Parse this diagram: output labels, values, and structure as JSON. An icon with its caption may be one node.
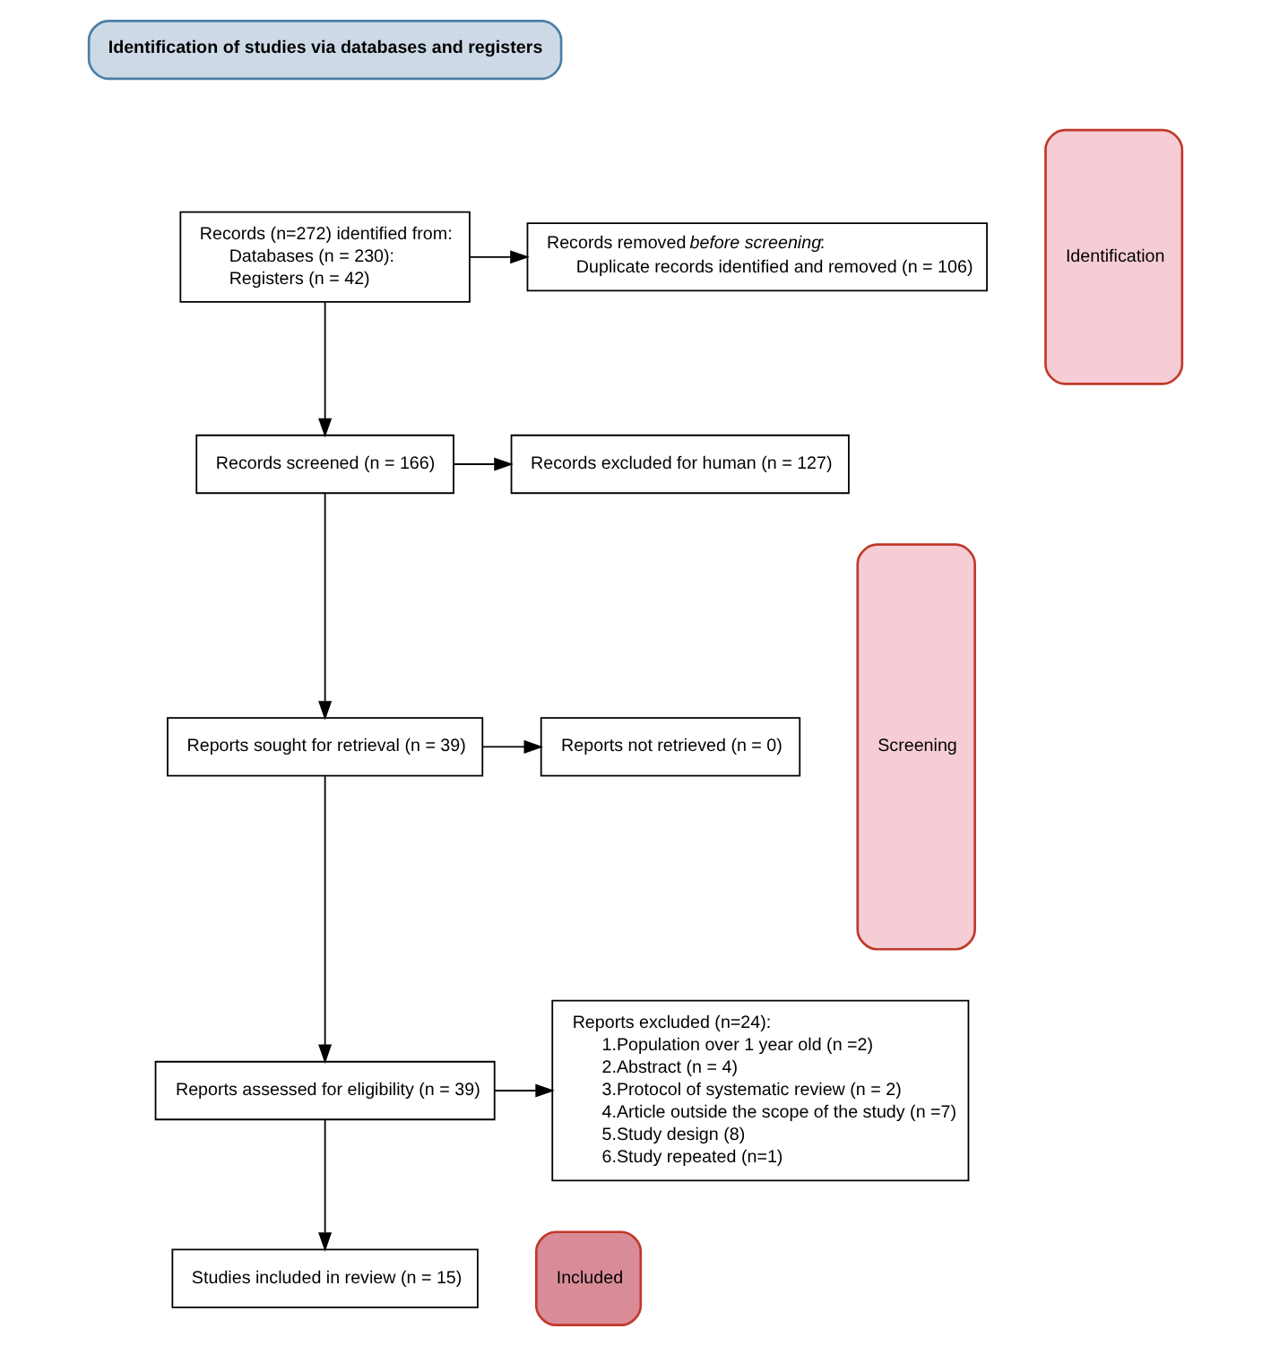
{
  "diagram": {
    "nodes": [
      {
        "text": [
          "Identification of studies via databases and registers"
        ]
      },
      {
        "text": [
          "Identification"
        ]
      },
      {
        "text": [
          "Screening"
        ]
      },
      {
        "text": [
          "Included"
        ]
      },
      {
        "text": [
          "Records (n=272) identified from:",
          "Databases (n = 230):",
          "Registers (n = 42)"
        ]
      },
      {
        "text": [
          "Records removed *before screening*:",
          "Duplicate records identified and removed (n = 106)"
        ]
      },
      {
        "text": [
          "Records screened (n = 166)"
        ]
      },
      {
        "text": [
          "Records excluded for human (n = 127)"
        ]
      },
      {
        "text": [
          "Reports sought for retrieval (n = 39)"
        ]
      },
      {
        "text": [
          "Reports not retrieved (n = 0)"
        ]
      },
      {
        "text": [
          "Reports assessed for eligibility (n = 39)"
        ]
      },
      {
        "text": [
          "Reports excluded (n=24):",
          "1.Population over 1 year old (n =2)",
          "2.Abstract (n = 4)",
          "3.Protocol of systematic review (n = 2)",
          "4.Article outside the scope of the study (n =7)",
          "5.Study design (8)",
          "6.Study repeated (n=1)"
        ]
      },
      {
        "text": [
          "Studies included in review (n = 15)"
        ]
      }
    ],
    "edges": [
      {
        "from": 4,
        "to": 5,
        "arrow": "to"
      },
      {
        "from": 4,
        "to": 6,
        "arrow": "to"
      },
      {
        "from": 6,
        "to": 7,
        "arrow": "to"
      },
      {
        "from": 6,
        "to": 8,
        "arrow": "to"
      },
      {
        "from": 8,
        "to": 9,
        "arrow": "to"
      },
      {
        "from": 8,
        "to": 10,
        "arrow": "to"
      },
      {
        "from": 10,
        "to": 11,
        "arrow": "to"
      },
      {
        "from": 10,
        "to": 12,
        "arrow": "to"
      }
    ]
  }
}
